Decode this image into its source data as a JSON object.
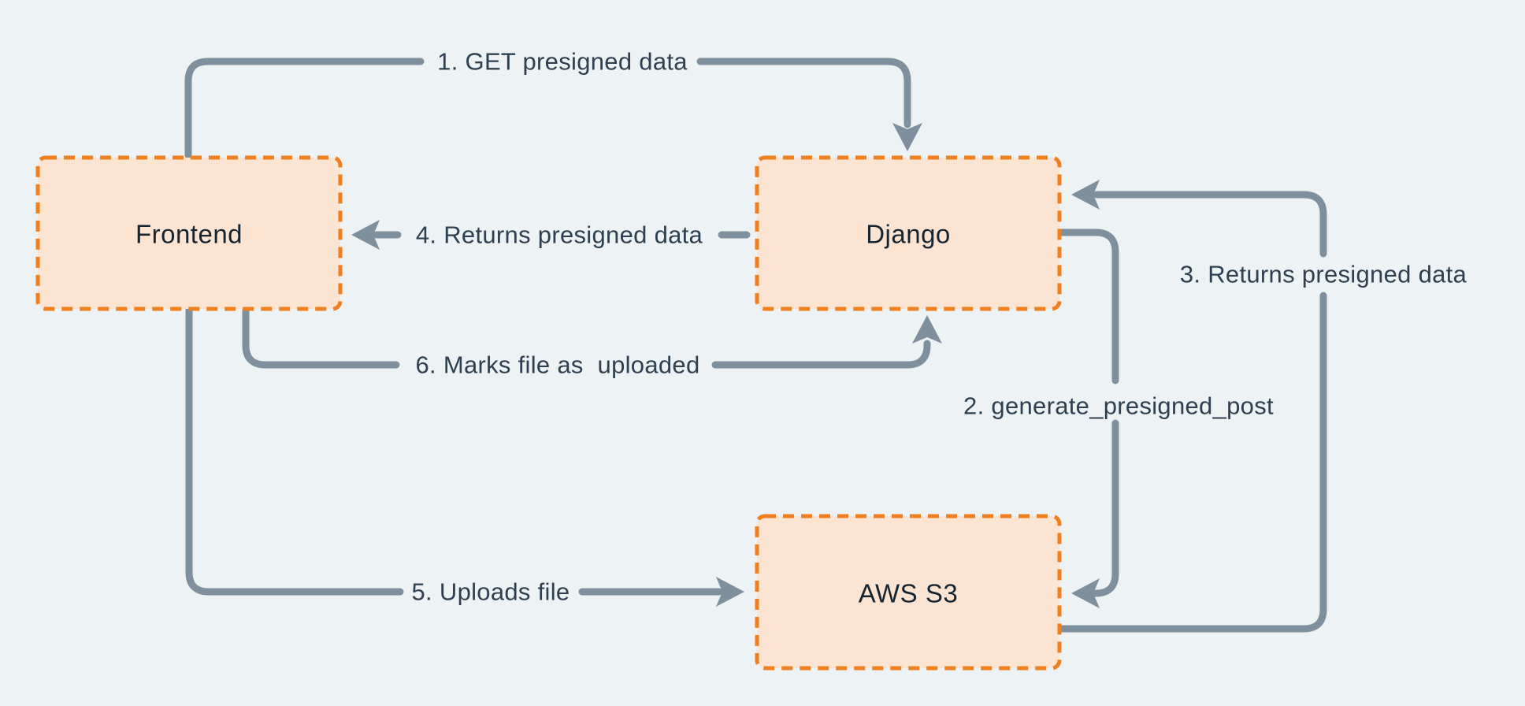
{
  "diagram": {
    "title_hint": "presigned upload flow",
    "nodes": {
      "frontend": {
        "label": "Frontend"
      },
      "django": {
        "label": "Django"
      },
      "aws_s3": {
        "label": "AWS S3"
      }
    },
    "edges": {
      "e1": {
        "label": "1. GET presigned data",
        "from": "Frontend",
        "to": "Django"
      },
      "e2": {
        "label": "2. generate_presigned_post",
        "from": "Django",
        "to": "AWS S3"
      },
      "e3": {
        "label": "3. Returns presigned data",
        "from": "AWS S3",
        "to": "Django"
      },
      "e4": {
        "label": "4. Returns presigned data",
        "from": "Django",
        "to": "Frontend"
      },
      "e5": {
        "label": "5. Uploads file",
        "from": "Frontend",
        "to": "AWS S3"
      },
      "e6": {
        "label": "6. Marks file as  uploaded",
        "from": "Frontend",
        "to": "Django"
      }
    },
    "colors": {
      "background": "#edf2f5",
      "node_fill": "#fce4d3",
      "node_border": "#f0801f",
      "arrow": "#7e8f9d",
      "edge_text": "#2e404f",
      "node_text": "#16242f"
    }
  }
}
